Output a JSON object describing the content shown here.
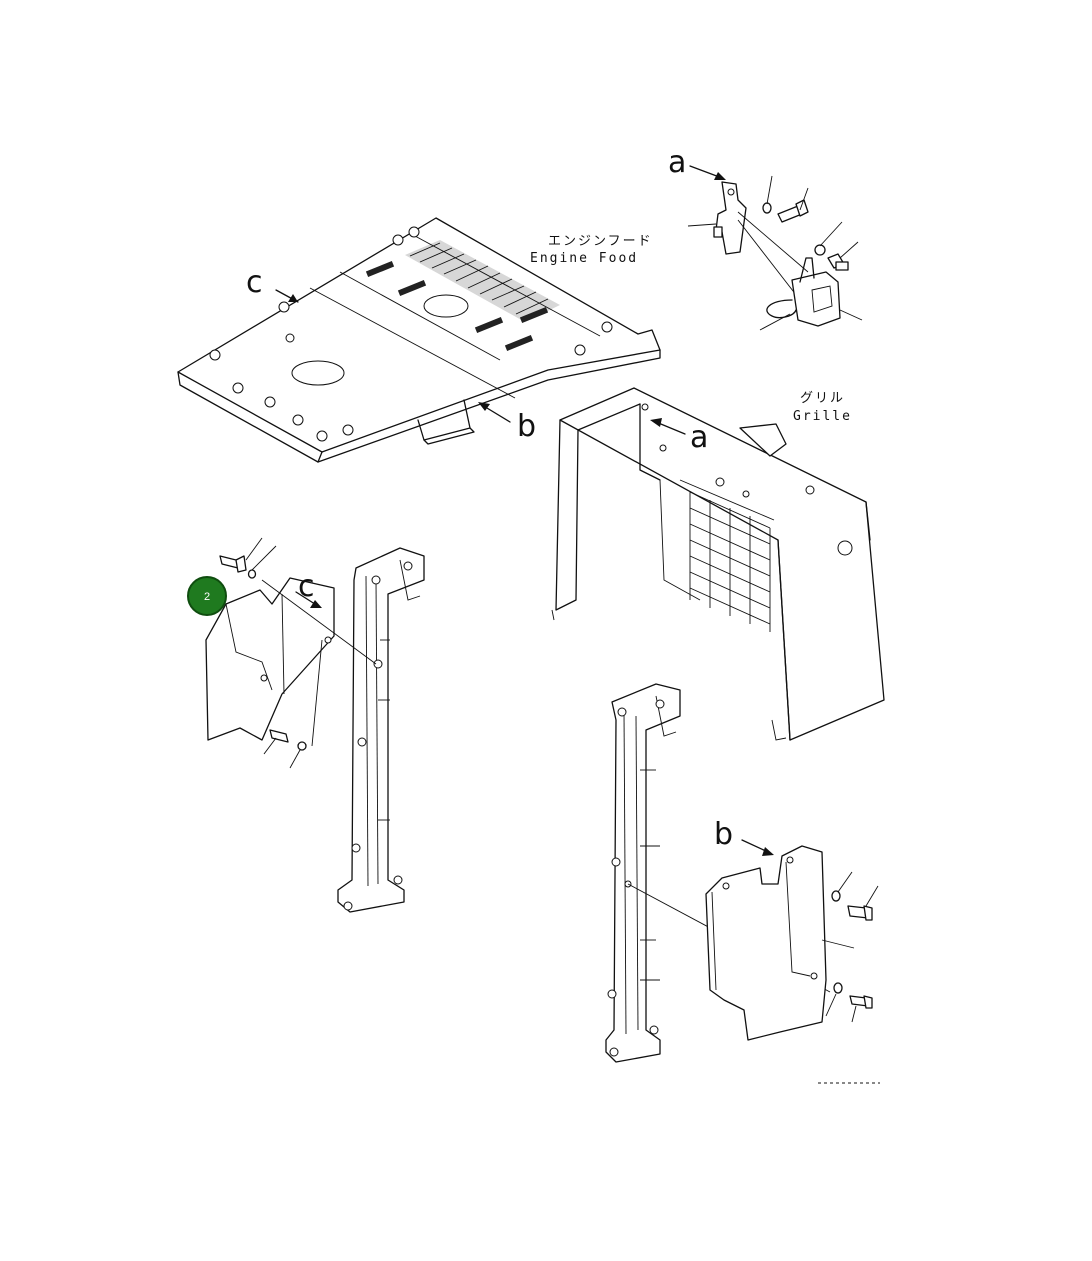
{
  "labels": {
    "engine_hood_jp": "エンジンフード",
    "engine_hood_en": "Engine Food",
    "grille_jp": "グリル",
    "grille_en": "Grille"
  },
  "refs": {
    "a": "a",
    "b": "b",
    "c": "c"
  },
  "callout": {
    "number": "2",
    "color": "#1f7a1f",
    "border": "#0f4d0f"
  }
}
